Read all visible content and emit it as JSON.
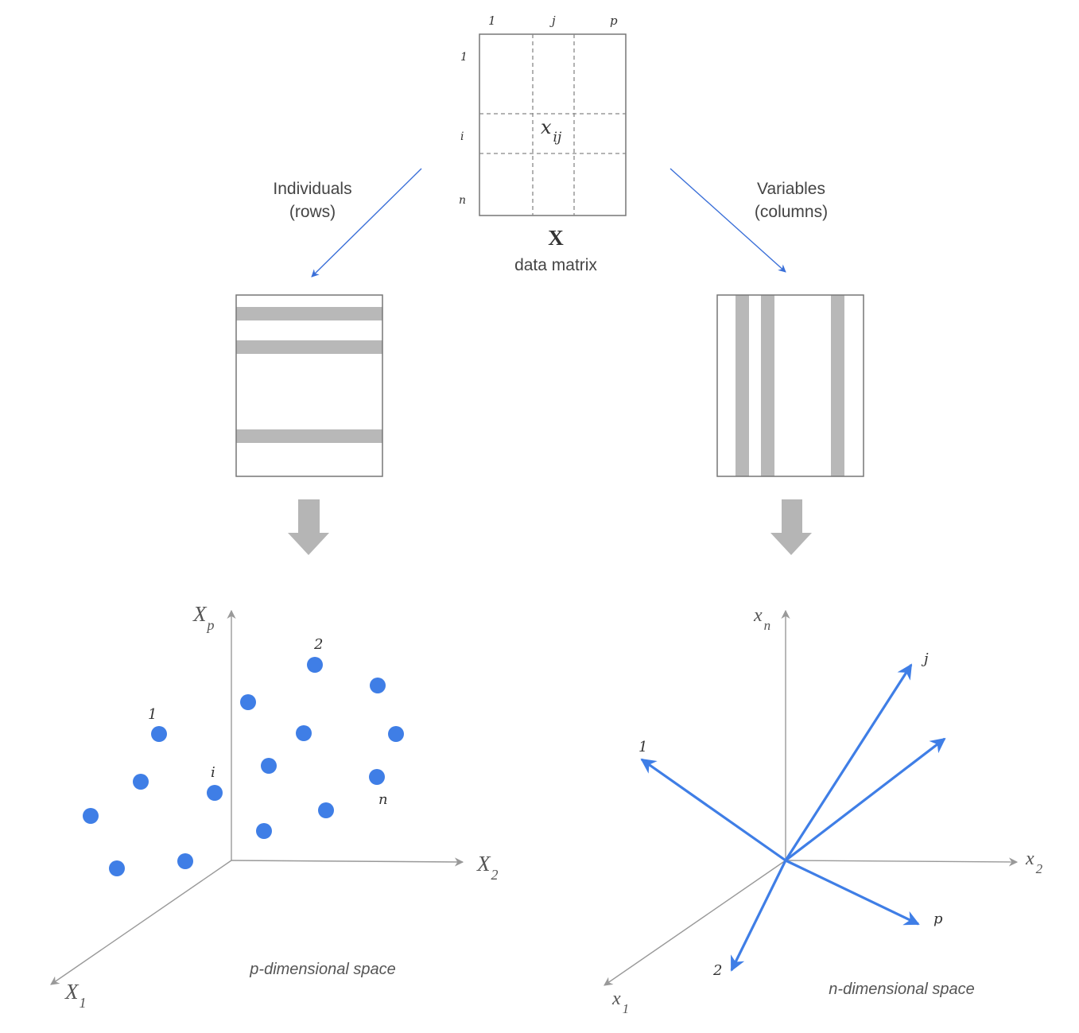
{
  "matrix": {
    "col_labels": [
      "1",
      "j",
      "p"
    ],
    "row_labels": [
      "1",
      "i",
      "n"
    ],
    "cell_base": "x",
    "cell_sub": "ij",
    "name": "X",
    "caption": "data matrix"
  },
  "left_branch": {
    "label_line1": "Individuals",
    "label_line2": "(rows)"
  },
  "right_branch": {
    "label_line1": "Variables",
    "label_line2": "(columns)"
  },
  "left_plot": {
    "axis_vertical": {
      "base": "X",
      "sub": "p"
    },
    "axis_horizontal": {
      "base": "X",
      "sub": "2"
    },
    "axis_depth": {
      "base": "X",
      "sub": "1"
    },
    "point_labels": [
      "1",
      "2",
      "i",
      "n"
    ],
    "caption": "p-dimensional space"
  },
  "right_plot": {
    "axis_vertical": {
      "base": "x",
      "sub": "n"
    },
    "axis_horizontal": {
      "base": "x",
      "sub": "2"
    },
    "axis_depth": {
      "base": "x",
      "sub": "1"
    },
    "vector_labels": [
      "j",
      "1",
      "p",
      "2"
    ],
    "caption": "n-dimensional space"
  },
  "colors": {
    "accent": "#3f7ee6",
    "arrow_line": "#3a6fd8",
    "band": "#b8b8b8",
    "outline": "#777777",
    "axis": "#999999",
    "big_arrow": "#b5b5b5"
  }
}
